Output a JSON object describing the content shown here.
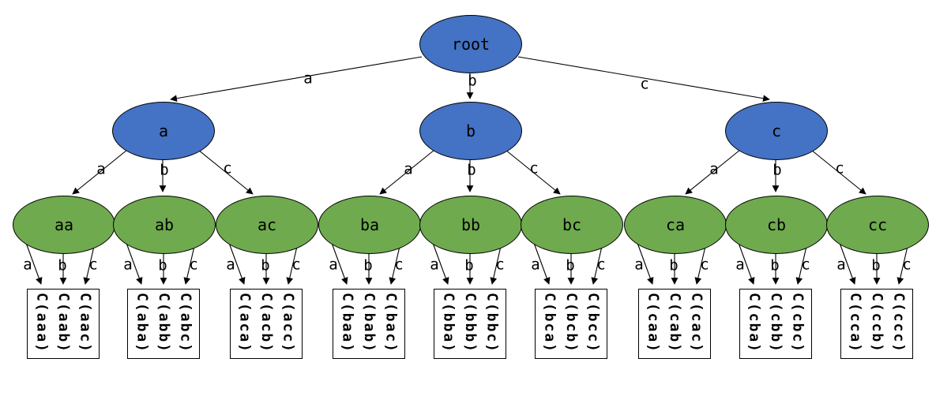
{
  "colors": {
    "blue_fill": "#4472C4",
    "green_fill": "#6FAA4E",
    "edge_color": "#000000",
    "node_border": "#000000",
    "box_border": "#000000"
  },
  "tree": {
    "root": "root",
    "l1": [
      "a",
      "b",
      "c"
    ],
    "l2": [
      "aa",
      "ab",
      "ac",
      "ba",
      "bb",
      "bc",
      "ca",
      "cb",
      "cc"
    ],
    "edge_labels": [
      "a",
      "b",
      "c"
    ],
    "leaves": [
      [
        "C(aaa)",
        "C(aab)",
        "C(aac)"
      ],
      [
        "C(aba)",
        "C(abb)",
        "C(abc)"
      ],
      [
        "C(aca)",
        "C(acb)",
        "C(acc)"
      ],
      [
        "C(baa)",
        "C(bab)",
        "C(bac)"
      ],
      [
        "C(bba)",
        "C(bbb)",
        "C(bbc)"
      ],
      [
        "C(bca)",
        "C(bcb)",
        "C(bcc)"
      ],
      [
        "C(caa)",
        "C(cab)",
        "C(cac)"
      ],
      [
        "C(cba)",
        "C(cbb)",
        "C(cbc)"
      ],
      [
        "C(cca)",
        "C(ccb)",
        "C(ccc)"
      ]
    ]
  }
}
